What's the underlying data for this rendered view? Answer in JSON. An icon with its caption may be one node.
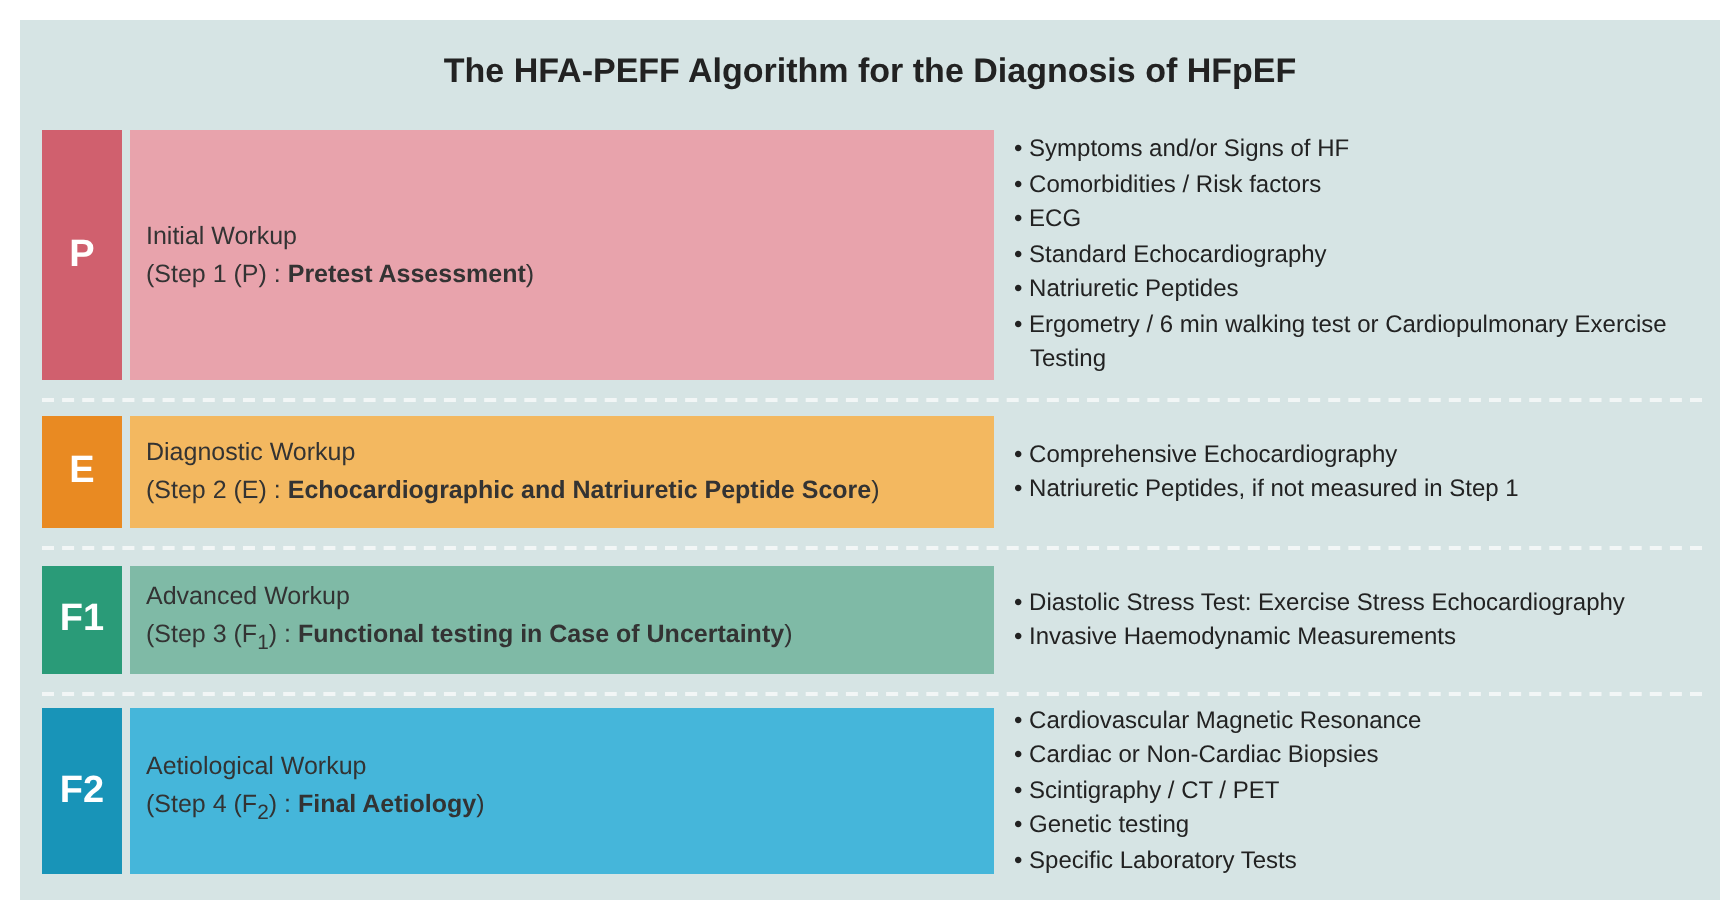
{
  "diagram": {
    "title": "The HFA-PEFF Algorithm for the Diagnosis of HFpEF",
    "nodes": [
      {
        "text": [
          "P"
        ]
      },
      {
        "text": [
          "Initial Workup",
          "(Step 1 (P) : **Pretest Assessment**)"
        ],
        "beside": [
          "• Symptoms and/or Signs of HF",
          "• Comorbidities / Risk factors",
          "• ECG",
          "• Standard Echocardiography",
          "• Natriuretic Peptides",
          "• Ergometry / 6 min walking test or Cardiopulmonary Exercise Testing"
        ]
      },
      {
        "text": [
          "E"
        ]
      },
      {
        "text": [
          "Diagnostic Workup",
          "(Step 2 (E) : **Echocardiographic and Natriuretic Peptide Score**)"
        ],
        "beside": [
          "• Comprehensive Echocardiography",
          "• Natriuretic Peptides, if not measured in Step 1"
        ]
      },
      {
        "text": [
          "F1"
        ]
      },
      {
        "text": [
          "Advanced Workup",
          "(Step 3 (F$_{1}$) : **Functional testing in Case of Uncertainty**)"
        ],
        "beside": [
          "• Diastolic Stress Test: Exercise Stress Echocardiography",
          "• Invasive Haemodynamic Measurements"
        ]
      },
      {
        "text": [
          "F2"
        ]
      },
      {
        "text": [
          "Aetiological Workup",
          "(Step 4 (F$_{2}$) : **Final Aetiology**)"
        ],
        "beside": [
          "• Cardiovascular Magnetic Resonance",
          "• Cardiac or Non-Cardiac Biopsies",
          "• Scintigraphy / CT / PET",
          "• Genetic testing",
          "• Specific Laboratory Tests"
        ]
      }
    ]
  }
}
